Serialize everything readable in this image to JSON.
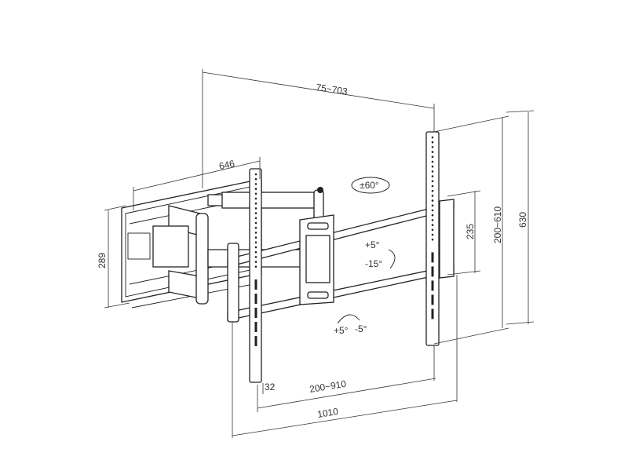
{
  "title": "TV wall mount dimension drawing",
  "dimensions": {
    "wall_extension": "75~703",
    "arm_width": "646",
    "wall_plate_height": "289",
    "rail_width": "32",
    "horizontal_vesa": "200~910",
    "overall_width": "1010",
    "plate_height": "235",
    "vertical_vesa": "200~610",
    "overall_height": "630"
  },
  "rotations": {
    "swivel": "±60°",
    "tilt_up": "+5°",
    "tilt_down": "-15°",
    "level_plus": "+5°",
    "level_minus": "-5°"
  },
  "colors": {
    "line": "#222222",
    "background": "#ffffff"
  }
}
